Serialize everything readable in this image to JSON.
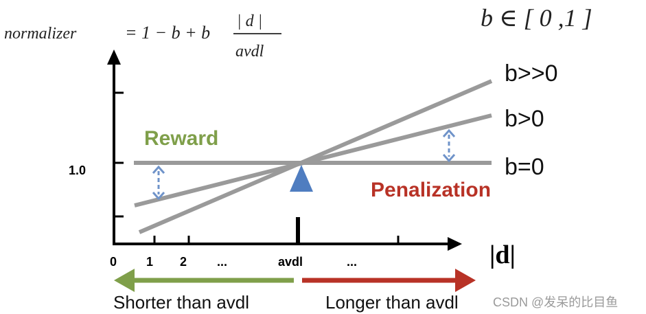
{
  "formula": {
    "lhs": "normalizer",
    "rhs_prefix": "= 1 − b + b",
    "numerator": "| d |",
    "denominator": "avdl",
    "b_range": "b ∈ [ 0 ,1 ]"
  },
  "axes": {
    "x_title": "|d|",
    "y_tick_label": "1.0",
    "x_tick_labels": [
      "0",
      "1",
      "2",
      "...",
      "avdl",
      "..."
    ]
  },
  "lines": {
    "b_much_gt_0": "b>>0",
    "b_gt_0": "b>0",
    "b_eq_0": "b=0"
  },
  "annotations": {
    "reward": "Reward",
    "penalization": "Penalization",
    "shorter": "Shorter than avdl",
    "longer": "Longer than avdl"
  },
  "watermark": "CSDN @发呆的比目鱼",
  "colors": {
    "axis": "#000000",
    "lines": "#9a9a9a",
    "reward": "#7f9f4a",
    "penalization": "#b83226",
    "pivot": "#4f7dc0",
    "arrow_dashed": "#6f93c9",
    "left_arrow": "#7f9f4a",
    "right_arrow": "#b83226"
  }
}
